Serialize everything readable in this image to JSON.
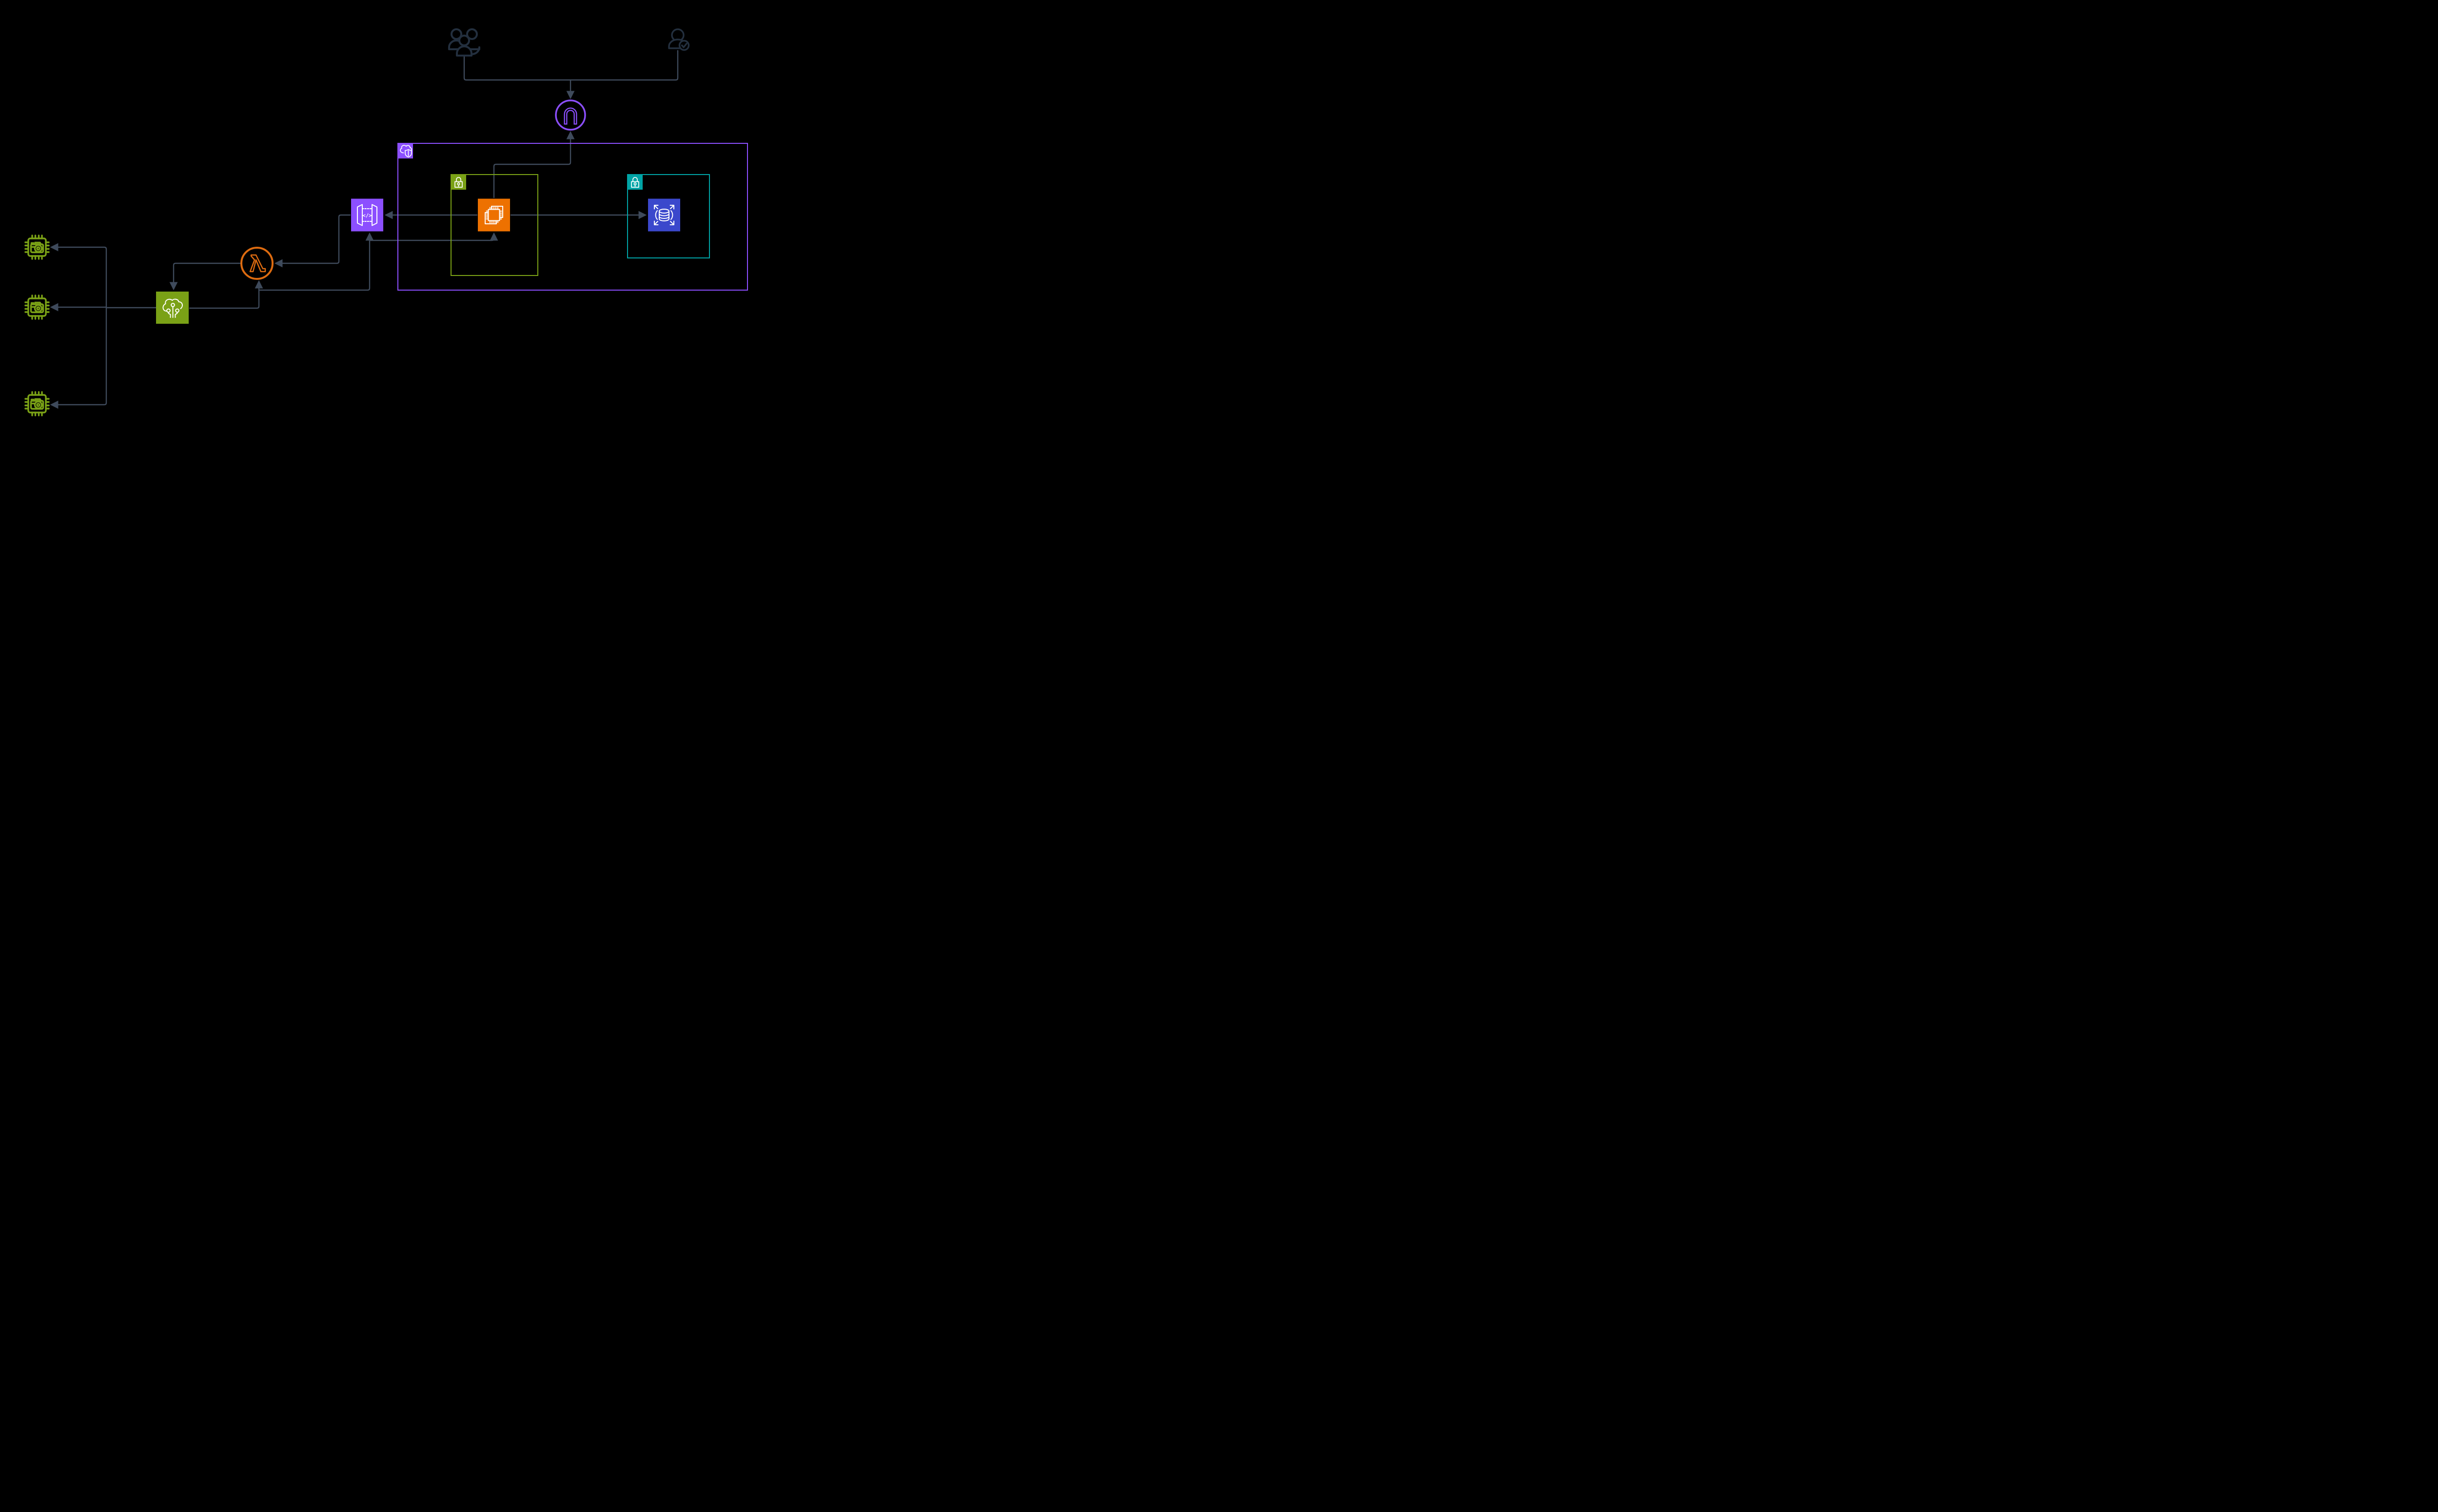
{
  "diagram": {
    "kind": "aws-architecture-diagram",
    "background_color": "#000000",
    "connector_color": "#3E4A5B",
    "actor_color": "#232F3E",
    "colors": {
      "networking_purple": "#8C4FFF",
      "compute_orange": "#ED7100",
      "lambda_orange": "#DD6B10",
      "iot_green": "#7AA116",
      "subnet_teal": "#00A4A6",
      "database_blue": "#3B48CC",
      "glyph_white": "#FFFFFF",
      "black": "#000000"
    },
    "actors": [
      {
        "id": "users-group",
        "icon": "users-group-icon"
      },
      {
        "id": "authenticated-user",
        "icon": "user-check-icon"
      }
    ],
    "nodes": [
      {
        "id": "cognito",
        "icon": "cognito-icon",
        "shape": "circle",
        "color": "#8C4FFF"
      },
      {
        "id": "api-gateway",
        "icon": "api-gateway-icon",
        "shape": "square",
        "color": "#8C4FFF"
      },
      {
        "id": "ec2-instance",
        "icon": "ec2-icon",
        "shape": "square",
        "color": "#ED7100"
      },
      {
        "id": "database",
        "icon": "database-scaling-icon",
        "shape": "square",
        "color": "#3B48CC"
      },
      {
        "id": "lambda",
        "icon": "lambda-icon",
        "shape": "circle-outline",
        "color": "#DD6B10"
      },
      {
        "id": "iot-core",
        "icon": "iot-core-icon",
        "shape": "square",
        "color": "#7AA116"
      },
      {
        "id": "camera-device-1",
        "icon": "iot-camera-chip-icon",
        "shape": "outline",
        "color": "#7AA116"
      },
      {
        "id": "camera-device-2",
        "icon": "iot-camera-chip-icon",
        "shape": "outline",
        "color": "#7AA116"
      },
      {
        "id": "camera-device-3",
        "icon": "iot-camera-chip-icon",
        "shape": "outline",
        "color": "#7AA116"
      }
    ],
    "groups": [
      {
        "id": "vpc",
        "badge": "cloud-shield-icon",
        "border_color": "#8C4FFF",
        "badge_fill": "#8C4FFF"
      },
      {
        "id": "subnet-green",
        "badge": "lock-icon",
        "border_color": "#7AA116",
        "badge_fill": "#7AA116",
        "contains": [
          "ec2-instance"
        ]
      },
      {
        "id": "subnet-teal",
        "badge": "lock-icon",
        "border_color": "#00A4A6",
        "badge_fill": "#00A4A6",
        "contains": [
          "database"
        ]
      }
    ],
    "edges": [
      {
        "from": "users-group",
        "to": "cognito",
        "arrow": true
      },
      {
        "from": "authenticated-user",
        "to": "cognito",
        "arrow": true
      },
      {
        "from": "ec2-instance",
        "to": "cognito",
        "arrow": true
      },
      {
        "from": "ec2-instance",
        "to": "api-gateway",
        "arrow": true
      },
      {
        "from": "ec2-instance",
        "to": "database",
        "arrow": true
      },
      {
        "from": "api-gateway",
        "to": "lambda",
        "arrow": true
      },
      {
        "from": "lambda",
        "to": "iot-core",
        "arrow": true
      },
      {
        "from": "iot-core",
        "to": "lambda",
        "arrow": true
      },
      {
        "from": "iot-core",
        "to": "api-gateway",
        "arrow": true
      },
      {
        "from": "iot-core",
        "to": "ec2-instance",
        "arrow": true
      },
      {
        "from": "iot-core",
        "to": "camera-device-1",
        "arrow": true
      },
      {
        "from": "iot-core",
        "to": "camera-device-2",
        "arrow": true
      },
      {
        "from": "iot-core",
        "to": "camera-device-3",
        "arrow": true
      }
    ],
    "api_gateway_code_glyph": "</>"
  }
}
